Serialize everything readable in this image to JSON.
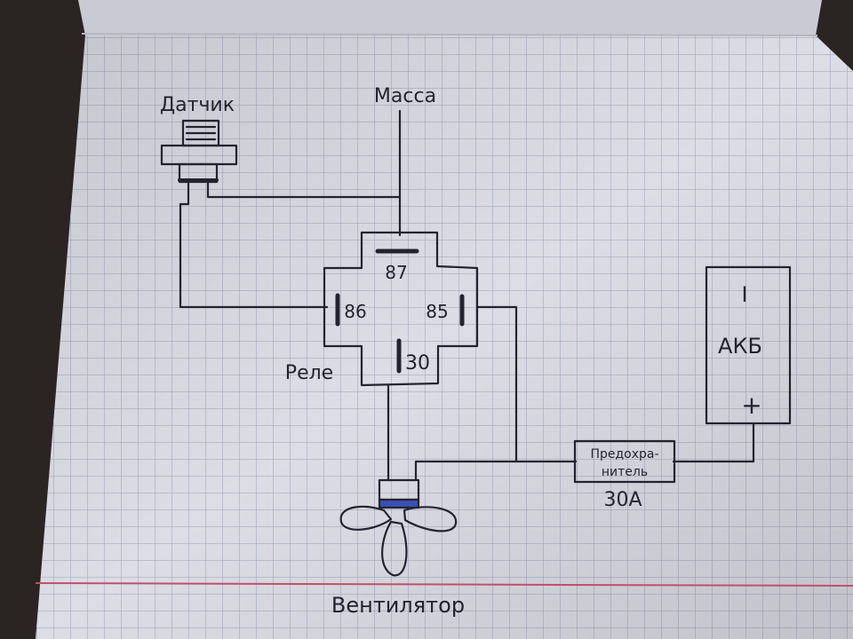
{
  "labels": {
    "sensor": "Датчик",
    "ground": "Масса",
    "relay": "Реле",
    "pin87": "87",
    "pin86": "86",
    "pin85": "85",
    "pin30": "30",
    "battery_minus": "I",
    "battery": "АКБ",
    "battery_plus": "+",
    "fuse_line1": "Предохра-",
    "fuse_line2": "нитель",
    "fuse_rating": "30А",
    "fan": "Вентилятор"
  },
  "colors": {
    "paper": "#dcdde5",
    "grid": "#9aa0b8",
    "ink": "#23232f",
    "margin_line": "#c0506a",
    "desk": "#2a2522"
  }
}
